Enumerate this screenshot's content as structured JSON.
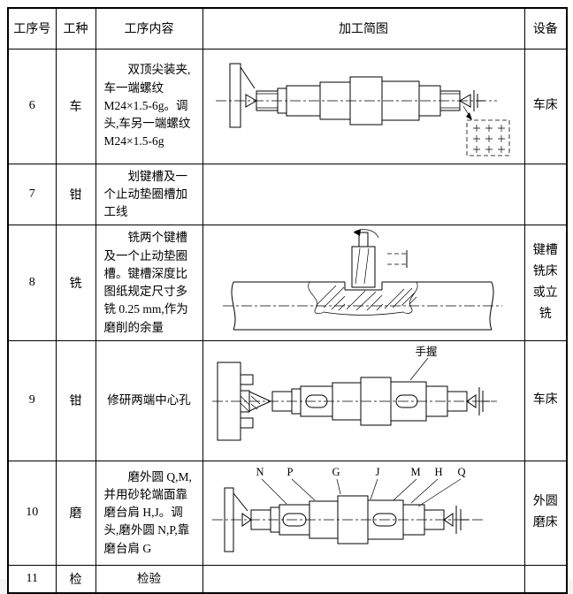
{
  "table": {
    "headers": {
      "no": "工序号",
      "worktype": "工种",
      "content": "工序内容",
      "sketch": "加工简图",
      "equipment": "设备"
    },
    "rows": [
      {
        "no": "6",
        "worktype": "车",
        "content": "双顶尖装夹,车一端螺纹 M24×1.5-6g。调头,车另一端螺纹 M24×1.5-6g",
        "equipment": "车床"
      },
      {
        "no": "7",
        "worktype": "钳",
        "content": "划键槽及一个止动垫圈槽加工线",
        "equipment": ""
      },
      {
        "no": "8",
        "worktype": "铣",
        "content": "铣两个键槽及一个止动垫圈槽。键槽深度比图纸规定尺寸多铣 0.25 mm,作为磨削的余量",
        "equipment": "键槽铣床或立铣"
      },
      {
        "no": "9",
        "worktype": "钳",
        "content": "修研两端中心孔",
        "equipment": "车床"
      },
      {
        "no": "10",
        "worktype": "磨",
        "content": "磨外圆 Q,M,并用砂轮端面靠磨台肩 H,J。调头,磨外圆 N,P,靠磨台肩 G",
        "equipment": "外圆磨床"
      },
      {
        "no": "11",
        "worktype": "检",
        "content": "检验",
        "equipment": ""
      }
    ]
  },
  "sketches": {
    "row9": {
      "hand_label": "手握"
    },
    "row10": {
      "labels": [
        "N",
        "P",
        "G",
        "J",
        "M",
        "H",
        "Q"
      ]
    }
  }
}
